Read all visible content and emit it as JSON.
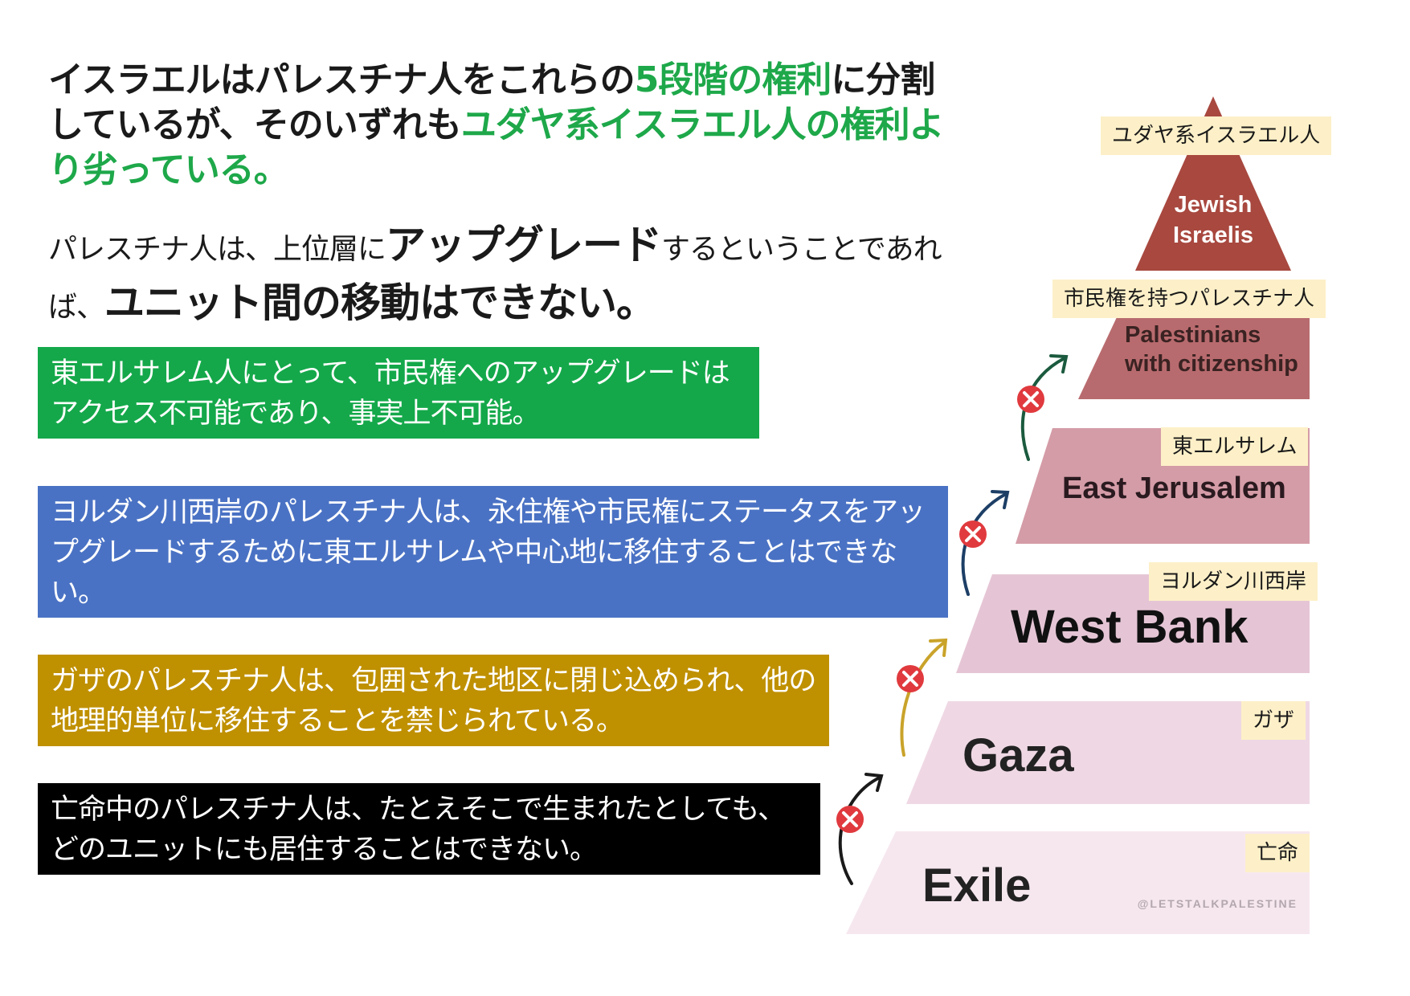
{
  "heading": {
    "part1": "イスラエルはパレスチナ人をこれらの",
    "highlight1": "5段階の権利",
    "part2": "に分割しているが、そのいずれも",
    "highlight2": "ユダヤ系イスラエル人の権利より劣っている。"
  },
  "subtext": {
    "part1": "パレスチナ人は、上位層に",
    "big1": "アップグレード",
    "part2": "するということであれば、",
    "big2": "ユニット間の移動はできない。"
  },
  "boxes": {
    "east_jerusalem": "東エルサレム人にとって、市民権へのアップグレードはアクセス不可能であり、事実上不可能。",
    "west_bank": "ヨルダン川西岸のパレスチナ人は、永住権や市民権にステータスをアップグレードするために東エルサレムや中心地に移住することはできない。",
    "gaza": "ガザのパレスチナ人は、包囲された地区に閉じ込められ、他の地理的単位に移住することを禁じられている。",
    "exile": "亡命中のパレスチナ人は、たとえそこで生まれたとしても、どのユニットにも居住することはできない。"
  },
  "pyramid": {
    "tiers": [
      {
        "label_en_1": "Jewish",
        "label_en_2": "Israelis",
        "label_jp": "ユダヤ系イスラエル人",
        "color": "#a8483f"
      },
      {
        "label_en_1": "Palestinians",
        "label_en_2": "with citizenship",
        "label_jp": "市民権を持つパレスチナ人",
        "color": "#b86b6e"
      },
      {
        "label_en_1": "East Jerusalem",
        "label_jp": "東エルサレム",
        "color": "#d49ca7"
      },
      {
        "label_en_1": "West Bank",
        "label_jp": "ヨルダン川西岸",
        "color": "#e5c5d5"
      },
      {
        "label_en_1": "Gaza",
        "label_jp": "ガザ",
        "color": "#efd8e4"
      },
      {
        "label_en_1": "Exile",
        "label_jp": "亡命",
        "color": "#f6e7ef"
      }
    ],
    "watermark": "@LETSTALKPALESTINE"
  },
  "colors": {
    "green": "#14a84a",
    "blue": "#4a72c4",
    "gold": "#bf9000",
    "black": "#000000",
    "highlight_text": "#1ea84a",
    "tag_bg": "#fdf0c8",
    "blocked_x": "#e03a3e"
  }
}
